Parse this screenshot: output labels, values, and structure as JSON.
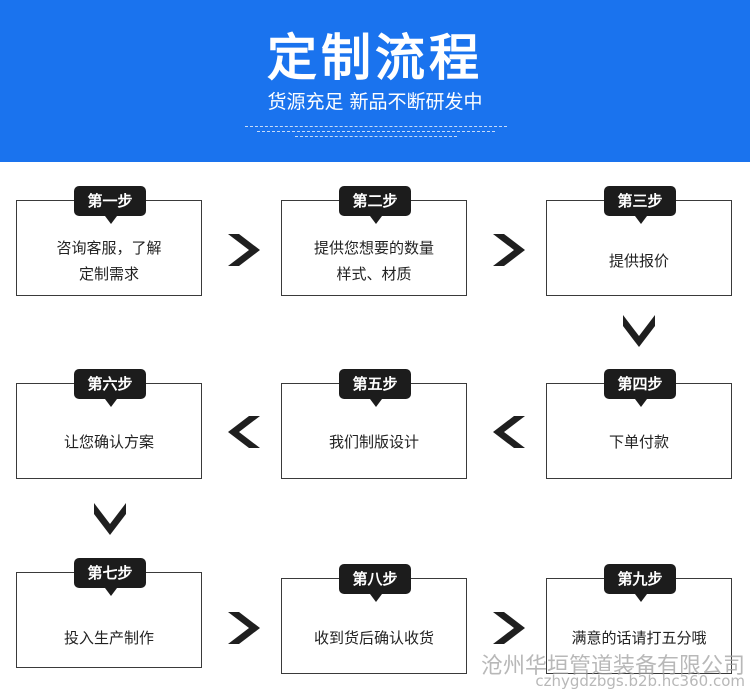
{
  "banner": {
    "title": "定制流程",
    "subtitle": "货源充足 新品不断研发中"
  },
  "steps": [
    {
      "badge": "第一步",
      "line1": "咨询客服，了解",
      "line2": "定制需求"
    },
    {
      "badge": "第二步",
      "line1": "提供您想要的数量",
      "line2": "样式、材质"
    },
    {
      "badge": "第三步",
      "line1": "提供报价",
      "line2": ""
    },
    {
      "badge": "第四步",
      "line1": "下单付款",
      "line2": ""
    },
    {
      "badge": "第五步",
      "line1": "我们制版设计",
      "line2": ""
    },
    {
      "badge": "第六步",
      "line1": "让您确认方案",
      "line2": ""
    },
    {
      "badge": "第七步",
      "line1": "投入生产制作",
      "line2": ""
    },
    {
      "badge": "第八步",
      "line1": "收到货后确认收货",
      "line2": ""
    },
    {
      "badge": "第九步",
      "line1": "满意的话请打五分哦",
      "line2": ""
    }
  ],
  "watermark": {
    "company": "沧州华垣管道装备有限公司",
    "url": "czhygdzbgs.b2b.hc360.com"
  },
  "colors": {
    "banner": "#1a73ee",
    "badge": "#1c1c1c",
    "arrow": "#1f1f1f"
  }
}
